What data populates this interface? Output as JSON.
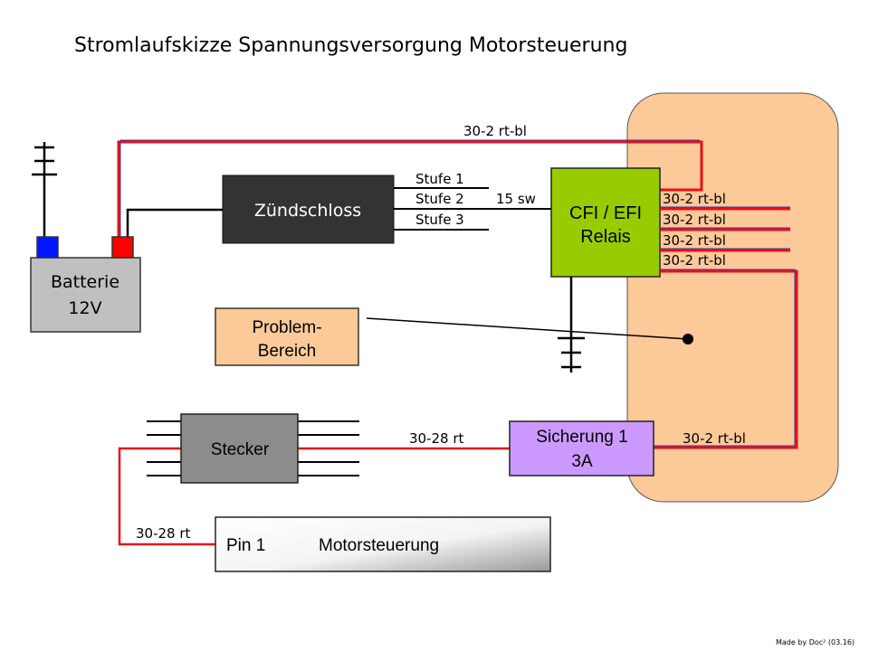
{
  "title": "Stromlaufskizze Spannungsversorgung Motorsteuerung",
  "footer": "Made by Doc² (03.16)",
  "colors": {
    "wire_red": "#e8101a",
    "wire_blue": "#3a3ab0",
    "wire_black": "#000000",
    "zone_fill": "#fcc998",
    "battery_fill": "#c0c0c0",
    "terminal_neg": "#0018ff",
    "terminal_pos": "#ff0000",
    "ignition_fill": "#333333",
    "relay_fill": "#99cc00",
    "problem_fill": "#fcc998",
    "connector_fill": "#8c8c8c",
    "fuse_fill": "#cc99ff"
  },
  "components": {
    "battery": {
      "line1": "Batterie",
      "line2": "12V"
    },
    "ignition": {
      "label": "Zündschloss",
      "outputs": [
        "Stufe 1",
        "Stufe 2",
        "Stufe 3"
      ]
    },
    "relay": {
      "line1": "CFI / EFI",
      "line2": "Relais"
    },
    "problem": {
      "line1": "Problem-",
      "line2": "Bereich"
    },
    "connector": {
      "label": "Stecker"
    },
    "fuse": {
      "line1": "Sicherung 1",
      "line2": "3A"
    },
    "ecu": {
      "pin": "Pin 1",
      "label": "Motorsteuerung"
    }
  },
  "wires": {
    "top_feed": "30-2 rt-bl",
    "ignition_to_relay": "15 sw",
    "relay_outputs": [
      "30-2 rt-bl",
      "30-2 rt-bl",
      "30-2 rt-bl",
      "30-2 rt-bl"
    ],
    "fuse_feed": "30-2 rt-bl",
    "fuse_to_connector": "30-28 rt",
    "connector_to_ecu": "30-28 rt"
  }
}
